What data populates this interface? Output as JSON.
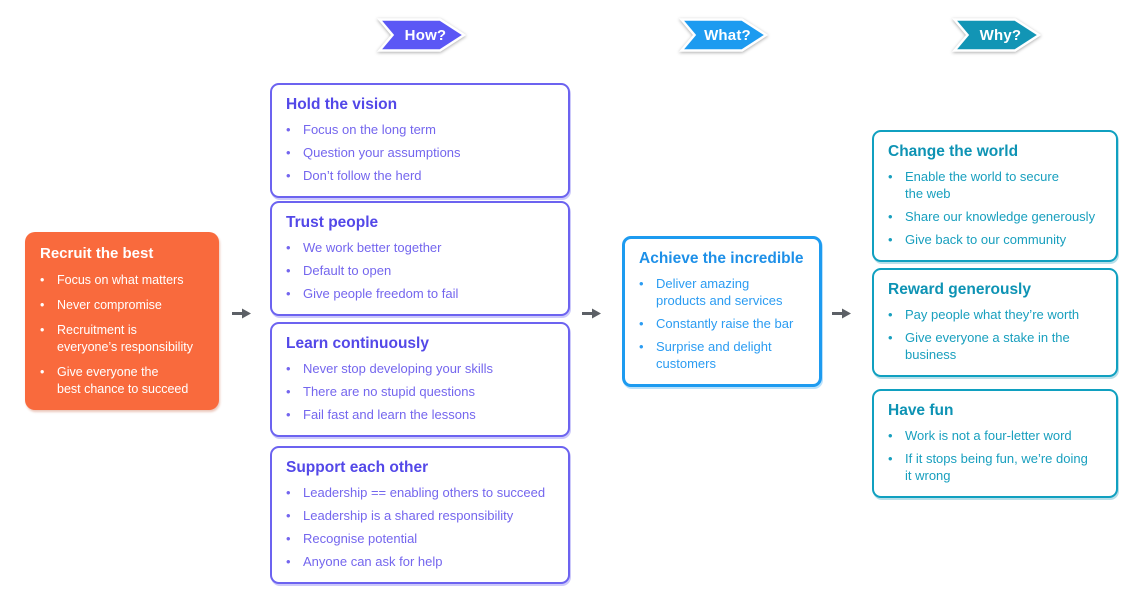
{
  "stages": [
    {
      "label": "How?",
      "color": "#5B57F5"
    },
    {
      "label": "What?",
      "color": "#1D9BF0"
    },
    {
      "label": "Why?",
      "color": "#1295B5"
    }
  ],
  "colors": {
    "recruit_background": "#F96A3D",
    "how_accent": "#6C63F0",
    "what_accent": "#1D9BF0",
    "why_accent": "#10A0C0",
    "flow_arrow": "#5C6066"
  },
  "cards": {
    "recruit": {
      "title": "Recruit the best",
      "bullets": [
        "Focus on what matters",
        "Never compromise",
        "Recruitment is\neveryone’s responsibility",
        "Give everyone the\nbest chance to succeed"
      ]
    },
    "how": [
      {
        "title": "Hold the vision",
        "bullets": [
          "Focus on the long term",
          "Question your assumptions",
          "Don’t follow the herd"
        ]
      },
      {
        "title": "Trust people",
        "bullets": [
          "We work better together",
          "Default to open",
          "Give people freedom to fail"
        ]
      },
      {
        "title": "Learn continuously",
        "bullets": [
          "Never stop developing your skills",
          "There are no stupid questions",
          "Fail fast and learn the lessons"
        ]
      },
      {
        "title": "Support each other",
        "bullets": [
          "Leadership == enabling others to succeed",
          "Leadership is a shared responsibility",
          "Recognise potential",
          "Anyone can ask for help"
        ]
      }
    ],
    "what": [
      {
        "title": "Achieve the incredible",
        "bullets": [
          "Deliver amazing\nproducts and services",
          "Constantly raise the bar",
          "Surprise and delight\ncustomers"
        ]
      }
    ],
    "why": [
      {
        "title": "Change the world",
        "bullets": [
          "Enable the world to secure\nthe web",
          "Share our knowledge generously",
          "Give back to our community"
        ]
      },
      {
        "title": "Reward generously",
        "bullets": [
          "Pay people what they’re worth",
          "Give everyone a stake in the\nbusiness"
        ]
      },
      {
        "title": "Have fun",
        "bullets": [
          "Work is not a four-letter word",
          "If it stops being fun, we’re doing\nit wrong"
        ]
      }
    ]
  }
}
